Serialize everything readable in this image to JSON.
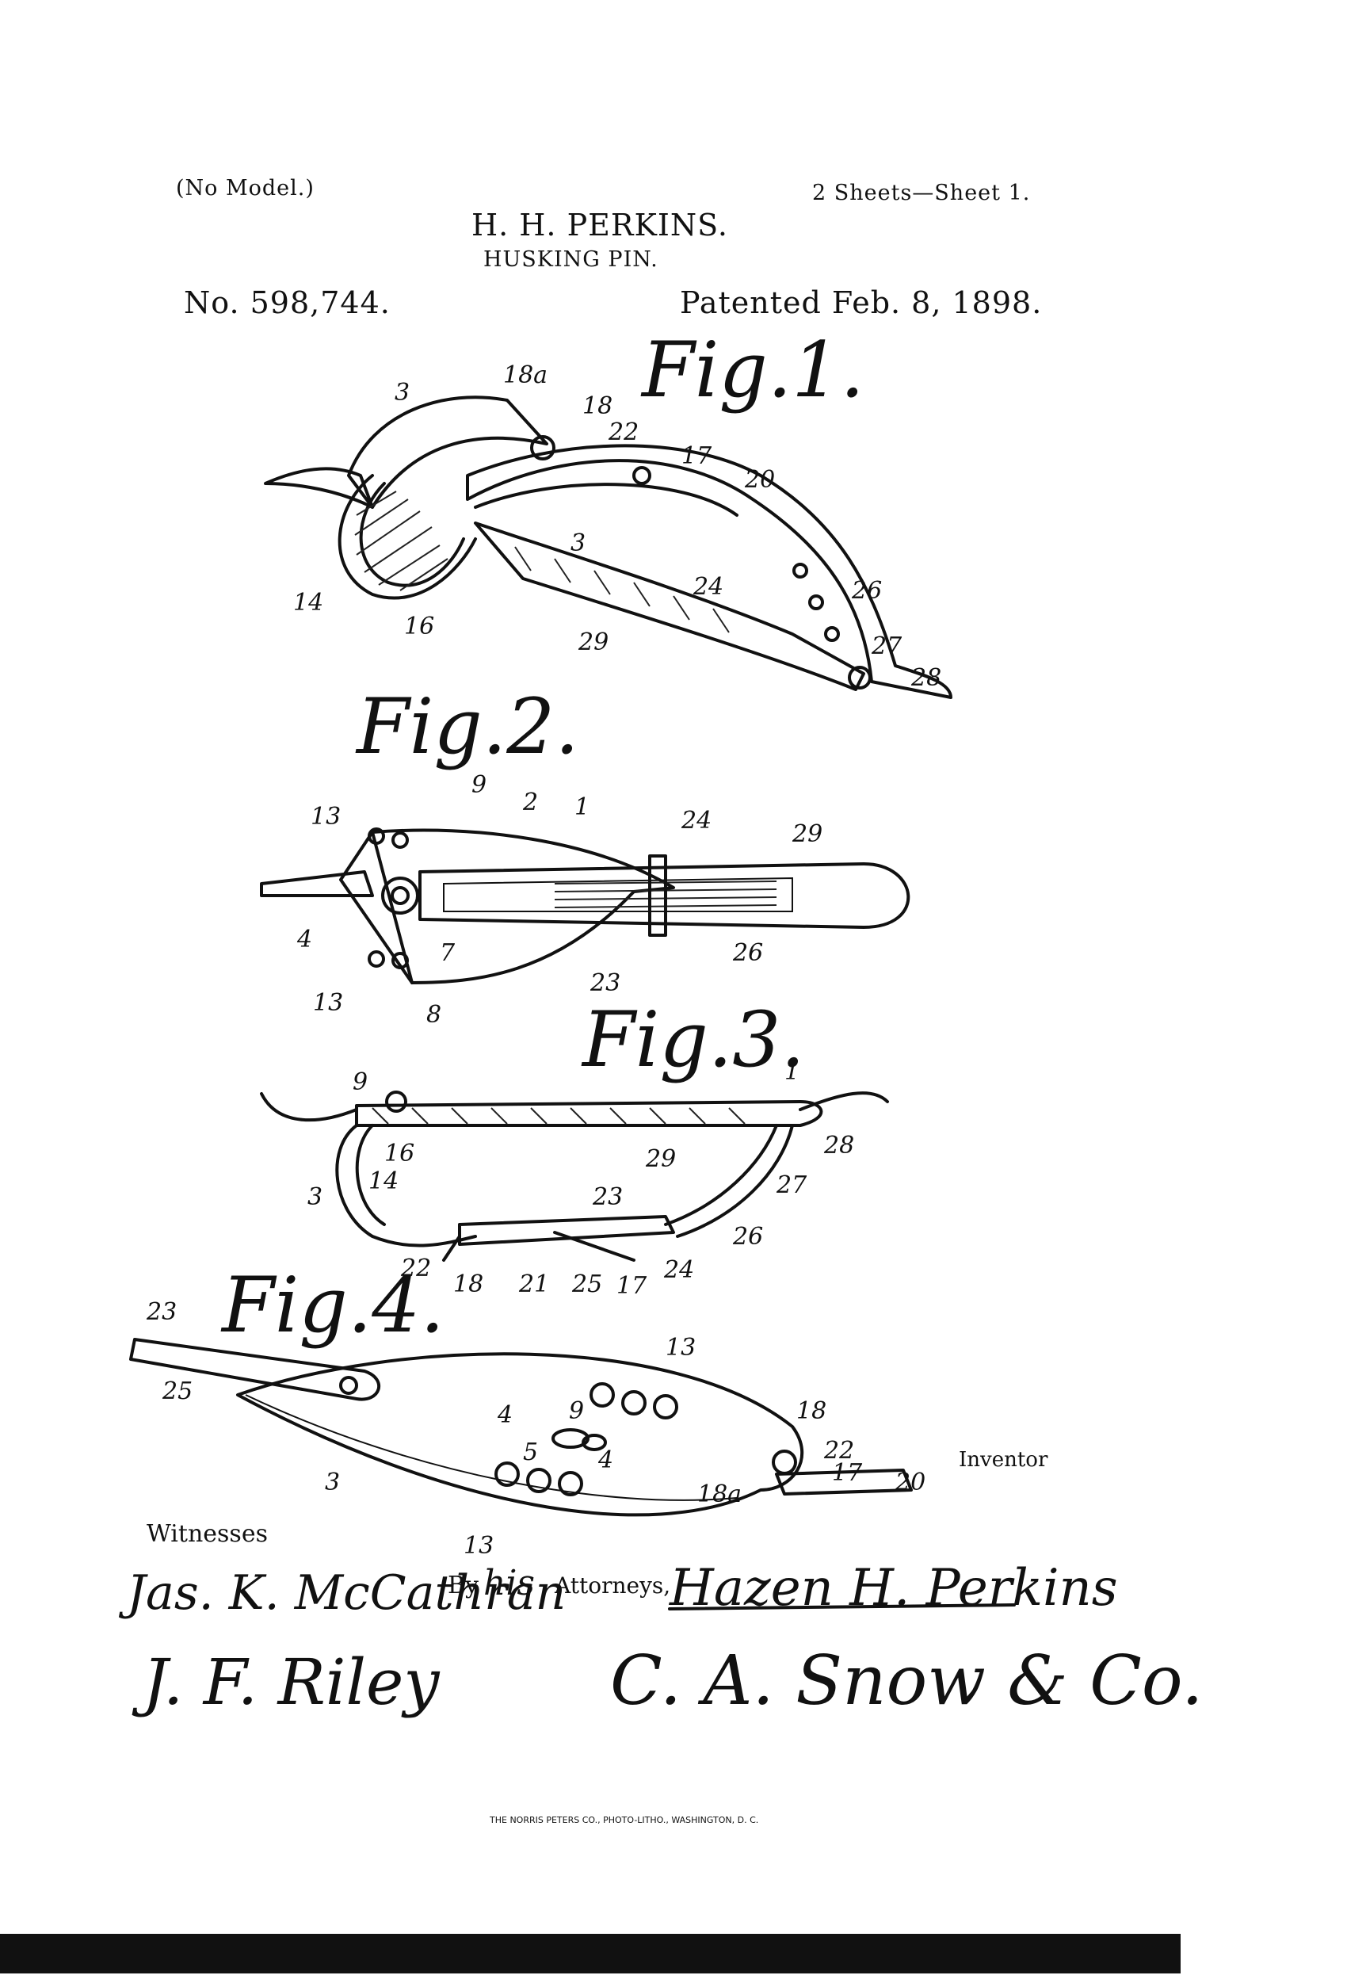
{
  "header": {
    "no_model": "(No Model.)",
    "sheets": "2 Sheets—Sheet 1.",
    "inventor_name": "H. H. PERKINS.",
    "title": "HUSKING PIN.",
    "patent_number": "No. 598,744.",
    "patented_date": "Patented Feb. 8, 1898."
  },
  "figures": {
    "fig1": {
      "title": "Fig.1.",
      "refs": [
        "3",
        "18a",
        "18",
        "22",
        "17",
        "20",
        "3",
        "14",
        "16",
        "29",
        "24",
        "26",
        "27",
        "28"
      ]
    },
    "fig2": {
      "title": "Fig.2.",
      "refs": [
        "9",
        "2",
        "1",
        "24",
        "29",
        "13",
        "4",
        "7",
        "13",
        "8",
        "23",
        "26"
      ]
    },
    "fig3": {
      "title": "Fig.3.",
      "refs": [
        "1",
        "9",
        "16",
        "14",
        "3",
        "29",
        "28",
        "27",
        "23",
        "26",
        "22",
        "18",
        "21",
        "25",
        "17",
        "24"
      ]
    },
    "fig4": {
      "title": "Fig.4.",
      "refs": [
        "23",
        "25",
        "13",
        "9",
        "4",
        "5",
        "4",
        "18",
        "22",
        "17",
        "20",
        "18a",
        "3",
        "13"
      ]
    }
  },
  "signatures": {
    "witnesses_label": "Witnesses",
    "witness1": "Jas. K. McCathran",
    "witness2": "J. F. Riley",
    "inventor_label": "Inventor",
    "inventor_signature": "Hazen H. Perkins",
    "by_label": "By",
    "his": "his",
    "attorneys_label": "Attorneys,",
    "attorney_signature": "C. A. Snow & Co."
  },
  "footer": {
    "printer": "THE NORRIS PETERS CO., PHOTO-LITHO., WASHINGTON, D. C."
  }
}
